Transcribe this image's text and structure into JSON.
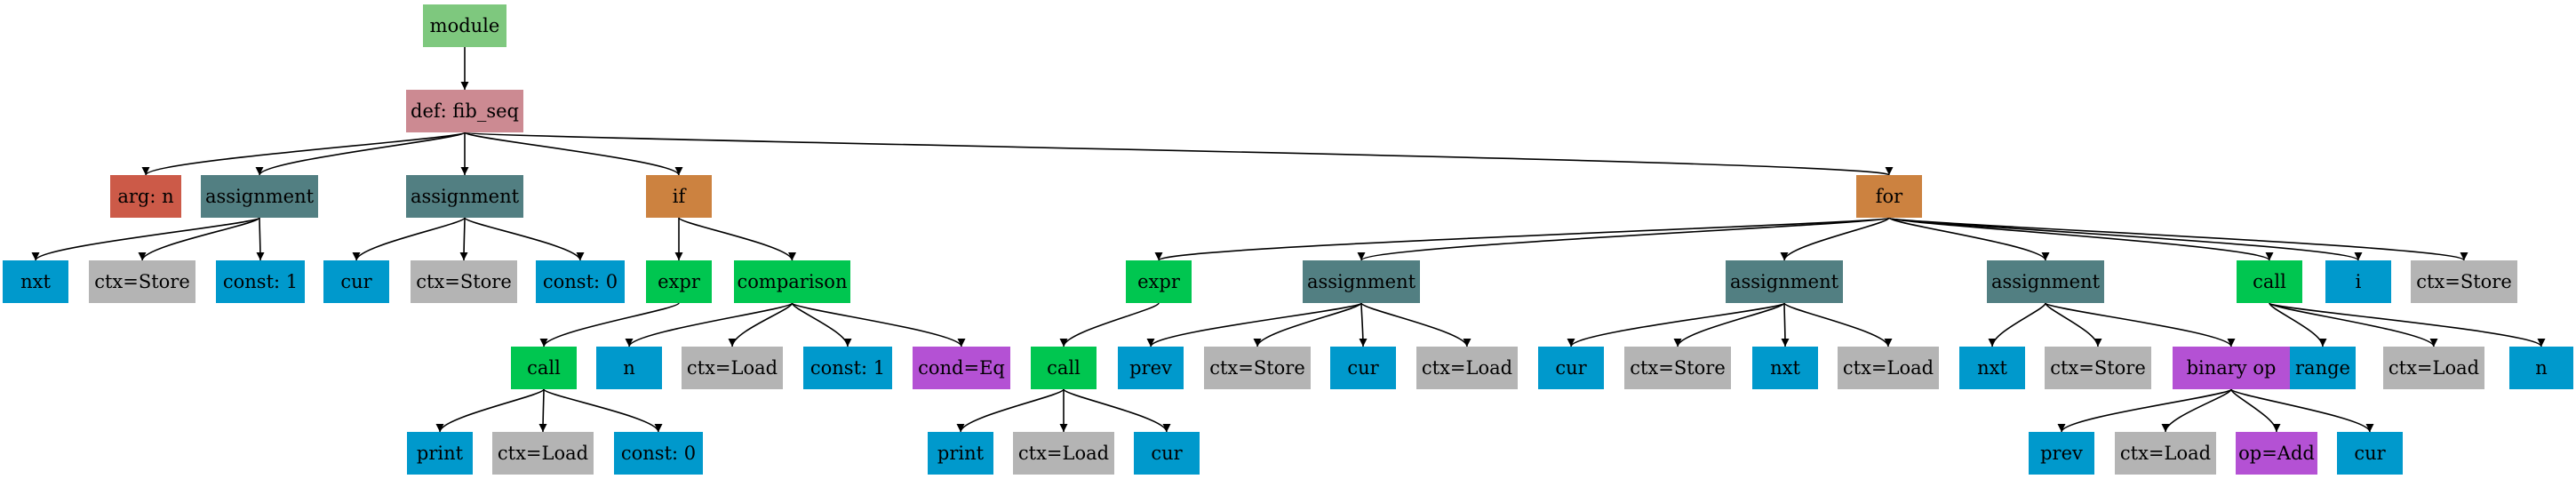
{
  "colors": {
    "module": "#7ec87e",
    "def": "#cc8a92",
    "arg": "#cc5a48",
    "assignment": "#527f82",
    "if": "#cc8240",
    "for": "#cc8240",
    "expr": "#00c650",
    "call": "#00c650",
    "comparison": "#00c650",
    "name": "#0099cc",
    "ctx": "#b4b4b4",
    "const": "#0099cc",
    "cond": "#b451d4",
    "binop": "#b451d4",
    "op": "#b451d4",
    "edge": "#000000"
  },
  "nodes": [
    {
      "id": "module",
      "label": "module",
      "kind": "module"
    },
    {
      "id": "def",
      "label": "def: fib_seq",
      "kind": "def"
    },
    {
      "id": "arg",
      "label": "arg: n",
      "kind": "arg"
    },
    {
      "id": "asg1",
      "label": "assignment",
      "kind": "assignment"
    },
    {
      "id": "nxt1",
      "label": "nxt",
      "kind": "name"
    },
    {
      "id": "ctxs1",
      "label": "ctx=Store",
      "kind": "ctx"
    },
    {
      "id": "c1",
      "label": "const: 1",
      "kind": "const"
    },
    {
      "id": "asg2",
      "label": "assignment",
      "kind": "assignment"
    },
    {
      "id": "cur1",
      "label": "cur",
      "kind": "name"
    },
    {
      "id": "ctxs2",
      "label": "ctx=Store",
      "kind": "ctx"
    },
    {
      "id": "c0",
      "label": "const: 0",
      "kind": "const"
    },
    {
      "id": "if",
      "label": "if",
      "kind": "if"
    },
    {
      "id": "expr1",
      "label": "expr",
      "kind": "expr"
    },
    {
      "id": "call1",
      "label": "call",
      "kind": "call"
    },
    {
      "id": "print1",
      "label": "print",
      "kind": "name"
    },
    {
      "id": "ctxl1",
      "label": "ctx=Load",
      "kind": "ctx"
    },
    {
      "id": "c0b",
      "label": "const: 0",
      "kind": "const"
    },
    {
      "id": "cmp",
      "label": "comparison",
      "kind": "comparison"
    },
    {
      "id": "n1",
      "label": "n",
      "kind": "name"
    },
    {
      "id": "ctxl2",
      "label": "ctx=Load",
      "kind": "ctx"
    },
    {
      "id": "c1b",
      "label": "const: 1",
      "kind": "const"
    },
    {
      "id": "condeq",
      "label": "cond=Eq",
      "kind": "cond"
    },
    {
      "id": "for",
      "label": "for",
      "kind": "for"
    },
    {
      "id": "expr2",
      "label": "expr",
      "kind": "expr"
    },
    {
      "id": "call2",
      "label": "call",
      "kind": "call"
    },
    {
      "id": "print2",
      "label": "print",
      "kind": "name"
    },
    {
      "id": "ctxl3",
      "label": "ctx=Load",
      "kind": "ctx"
    },
    {
      "id": "cur2",
      "label": "cur",
      "kind": "name"
    },
    {
      "id": "asg3",
      "label": "assignment",
      "kind": "assignment"
    },
    {
      "id": "prev1",
      "label": "prev",
      "kind": "name"
    },
    {
      "id": "ctxs3",
      "label": "ctx=Store",
      "kind": "ctx"
    },
    {
      "id": "cur3",
      "label": "cur",
      "kind": "name"
    },
    {
      "id": "ctxl4",
      "label": "ctx=Load",
      "kind": "ctx"
    },
    {
      "id": "asg4",
      "label": "assignment",
      "kind": "assignment"
    },
    {
      "id": "cur4",
      "label": "cur",
      "kind": "name"
    },
    {
      "id": "ctxs4",
      "label": "ctx=Store",
      "kind": "ctx"
    },
    {
      "id": "nxt2",
      "label": "nxt",
      "kind": "name"
    },
    {
      "id": "ctxl5",
      "label": "ctx=Load",
      "kind": "ctx"
    },
    {
      "id": "asg5",
      "label": "assignment",
      "kind": "assignment"
    },
    {
      "id": "nxt3",
      "label": "nxt",
      "kind": "name"
    },
    {
      "id": "ctxs5",
      "label": "ctx=Store",
      "kind": "ctx"
    },
    {
      "id": "binop",
      "label": "binary op",
      "kind": "binop"
    },
    {
      "id": "prev2",
      "label": "prev",
      "kind": "name"
    },
    {
      "id": "ctxl6",
      "label": "ctx=Load",
      "kind": "ctx"
    },
    {
      "id": "opadd",
      "label": "op=Add",
      "kind": "op"
    },
    {
      "id": "cur5",
      "label": "cur",
      "kind": "name"
    },
    {
      "id": "call3",
      "label": "call",
      "kind": "call"
    },
    {
      "id": "range",
      "label": "range",
      "kind": "name"
    },
    {
      "id": "ctxl7",
      "label": "ctx=Load",
      "kind": "ctx"
    },
    {
      "id": "n2",
      "label": "n",
      "kind": "name"
    },
    {
      "id": "i",
      "label": "i",
      "kind": "name"
    },
    {
      "id": "ctxs6",
      "label": "ctx=Store",
      "kind": "ctx"
    }
  ],
  "edges": [
    [
      "module",
      "def"
    ],
    [
      "def",
      "arg"
    ],
    [
      "def",
      "asg1"
    ],
    [
      "def",
      "asg2"
    ],
    [
      "def",
      "if"
    ],
    [
      "def",
      "for"
    ],
    [
      "asg1",
      "nxt1"
    ],
    [
      "asg1",
      "ctxs1"
    ],
    [
      "asg1",
      "c1"
    ],
    [
      "asg2",
      "cur1"
    ],
    [
      "asg2",
      "ctxs2"
    ],
    [
      "asg2",
      "c0"
    ],
    [
      "if",
      "expr1"
    ],
    [
      "if",
      "cmp"
    ],
    [
      "expr1",
      "call1"
    ],
    [
      "call1",
      "print1"
    ],
    [
      "call1",
      "ctxl1"
    ],
    [
      "call1",
      "c0b"
    ],
    [
      "cmp",
      "n1"
    ],
    [
      "cmp",
      "ctxl2"
    ],
    [
      "cmp",
      "c1b"
    ],
    [
      "cmp",
      "condeq"
    ],
    [
      "for",
      "expr2"
    ],
    [
      "for",
      "asg3"
    ],
    [
      "for",
      "asg4"
    ],
    [
      "for",
      "asg5"
    ],
    [
      "for",
      "call3"
    ],
    [
      "for",
      "i"
    ],
    [
      "for",
      "ctxs6"
    ],
    [
      "expr2",
      "call2"
    ],
    [
      "call2",
      "print2"
    ],
    [
      "call2",
      "ctxl3"
    ],
    [
      "call2",
      "cur2"
    ],
    [
      "asg3",
      "prev1"
    ],
    [
      "asg3",
      "ctxs3"
    ],
    [
      "asg3",
      "cur3"
    ],
    [
      "asg3",
      "ctxl4"
    ],
    [
      "asg4",
      "cur4"
    ],
    [
      "asg4",
      "ctxs4"
    ],
    [
      "asg4",
      "nxt2"
    ],
    [
      "asg4",
      "ctxl5"
    ],
    [
      "asg5",
      "nxt3"
    ],
    [
      "asg5",
      "ctxs5"
    ],
    [
      "asg5",
      "binop"
    ],
    [
      "binop",
      "prev2"
    ],
    [
      "binop",
      "ctxl6"
    ],
    [
      "binop",
      "opadd"
    ],
    [
      "binop",
      "cur5"
    ],
    [
      "call3",
      "range"
    ],
    [
      "call3",
      "ctxl7"
    ],
    [
      "call3",
      "n2"
    ]
  ]
}
